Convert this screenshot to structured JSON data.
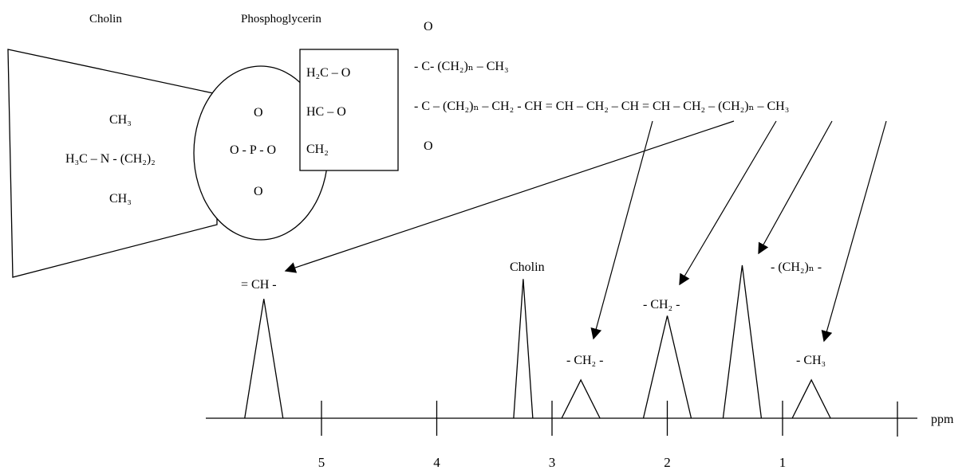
{
  "header": {
    "cholin": "Cholin",
    "phosphoglycerin": "Phosphoglycerin"
  },
  "choline_group": {
    "line1": "CH₃",
    "line2": "H₃C – N - (CH₂)₂",
    "line3": "CH₃"
  },
  "phosphate_group": {
    "line1": "O",
    "line2": "O - P - O",
    "line3": "O"
  },
  "glycerol_box": {
    "line1": "H₂C – O",
    "line2": "HC  – O",
    "line3": "CH₂"
  },
  "fatty_acids": {
    "carbonyl_top": "O",
    "chain1": "- C- (CH₂)ₙ – CH₃",
    "chain2": "- C – (CH₂)ₙ – CH₂ - CH = CH – CH₂ – CH = CH – CH₂ – (CH₂)ₙ – CH₃",
    "carbonyl_bottom": "O"
  },
  "peak_labels": {
    "olefinic": "= CH -",
    "cholin": "Cholin",
    "allylic": "- CH₂ -",
    "methylene": "- CH₂ -",
    "chain": "- (CH₂)ₙ -",
    "methyl": "- CH₃"
  },
  "axis": {
    "unit": "ppm",
    "ticks": [
      "5",
      "4",
      "3",
      "2",
      "1"
    ]
  },
  "chart_data": {
    "type": "line",
    "x_unit": "ppm",
    "x_direction": "decreasing",
    "tick_values": [
      5,
      4,
      3,
      2,
      1
    ],
    "peaks": [
      {
        "label": "= CH -",
        "ppm": 5.5,
        "relative_height": 0.78
      },
      {
        "label": "Cholin",
        "ppm": 3.25,
        "relative_height": 0.91
      },
      {
        "label": "- CH₂ -",
        "ppm": 2.75,
        "relative_height": 0.25
      },
      {
        "label": "- CH₂ -",
        "ppm": 2.0,
        "relative_height": 0.67
      },
      {
        "label": "- (CH₂)ₙ -",
        "ppm": 1.35,
        "relative_height": 1.0
      },
      {
        "label": "- CH₃",
        "ppm": 0.75,
        "relative_height": 0.25
      }
    ]
  }
}
